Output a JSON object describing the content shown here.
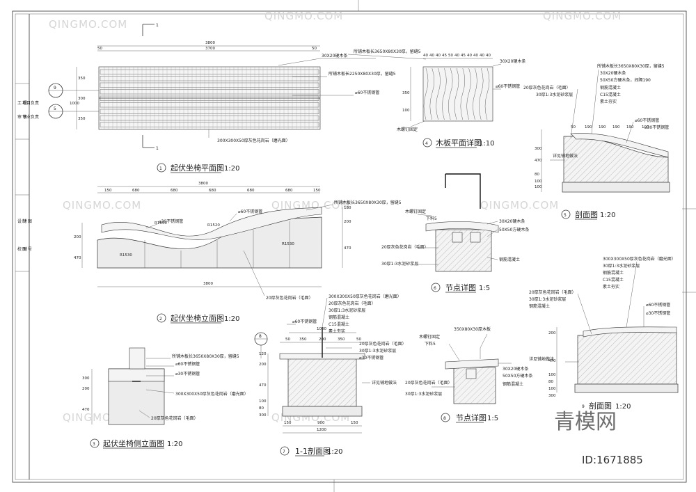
{
  "titleblock": [
    "工 程",
    "项目负责",
    "审 核",
    "专业负责",
    "设 计",
    "制 图",
    "校 对",
    "图 号"
  ],
  "views": [
    {
      "no": "1",
      "title": "起伏坐椅平面图",
      "scale": "1:20"
    },
    {
      "no": "2",
      "title": "起伏坐椅立面图",
      "scale": "1:20"
    },
    {
      "no": "3",
      "title": "起伏坐椅侧立面图",
      "scale": "1:20"
    },
    {
      "no": "4",
      "title": "木板平面详图",
      "scale": "1:10"
    },
    {
      "no": "5",
      "title": "剖面图",
      "scale": "1:20"
    },
    {
      "no": "6",
      "title": "节点详图",
      "scale": "1:5"
    },
    {
      "no": "7",
      "title": "1-1剖面图",
      "scale": "1:20"
    },
    {
      "no": "8",
      "title": "节点详图",
      "scale": "1:5"
    },
    {
      "no": "9",
      "title": "剖面图",
      "scale": "1:20"
    }
  ],
  "section_marks": {
    "one": "1",
    "nine": "9",
    "five": "5",
    "eight": "8"
  },
  "plan": {
    "dims_top": [
      "3800",
      "50",
      "3700",
      "50"
    ],
    "dims_left": [
      "350",
      "300",
      "350",
      "1000"
    ],
    "notes": [
      "30X20硬木条",
      "所铺木板长2250X80X30厚，留缝5",
      "⌀60不锈钢管",
      "300X300X50厚灰色花岗岩（磨光面）"
    ]
  },
  "elevation": {
    "dims_top": [
      "3800",
      "150",
      "680",
      "680",
      "680",
      "680",
      "680",
      "150"
    ],
    "dims_right": [
      "200",
      "470",
      "180"
    ],
    "bottom_dim": "3800",
    "left_dims": [
      "200",
      "470"
    ],
    "arc_dims": [
      "R1650",
      "R1530",
      "R1520",
      "R1530"
    ],
    "notes": [
      "所铺木板长3650X80X30厚，留缝5",
      "⌀60不锈钢管",
      "⌀30不锈钢管",
      "20厚灰色花岗岩（毛面）"
    ]
  },
  "side": {
    "dims": [
      "300",
      "200",
      "470"
    ],
    "notes": [
      "所铺木板长3650X80X30厚，留缝5",
      "⌀60不锈钢管",
      "⌀30不锈钢管",
      "300X300X50厚灰色花岗岩（磨光面）",
      "20厚灰色花岗岩（毛面）"
    ]
  },
  "wood_detail": {
    "dims_top": [
      "40",
      "40",
      "40",
      "45",
      "50",
      "40",
      "45",
      "40",
      "40",
      "40",
      "40"
    ],
    "dims_left": [
      "350",
      "100"
    ],
    "notes": [
      "所铺木板长3650X80X30厚，留缝5",
      "30X20硬木条",
      "⌀60不锈钢管",
      "木螺钉固定"
    ]
  },
  "section5": {
    "notes": [
      "所铺木板长3650X80X30厚，留缝5",
      "30X20硬木条",
      "50X50方硬木条，间隔190",
      "钢筋混凝土",
      "C15混凝土",
      "素土夯实",
      "20厚灰色花岗岩（毛面）",
      "30厚1:3水泥砂浆层",
      "⌀60不锈钢管",
      "⌀30不锈钢管",
      "详见铺地做法"
    ],
    "dims": [
      "50",
      "190",
      "190",
      "190",
      "190",
      "100",
      "470",
      "80",
      "100",
      "100",
      "300"
    ]
  },
  "node6": {
    "notes": [
      "30X20硬木条",
      "木螺钉固定",
      "下料5",
      "50X50方硬木条",
      "钢筋混凝土",
      "20厚灰色花岗岩（毛面）",
      "30厚1:3水泥砂浆层"
    ]
  },
  "sec7": {
    "notes": [
      "300X300X50厚灰色花岗岩（磨光面）",
      "20厚灰色花岗岩（毛面）",
      "30厚1:3水泥砂浆层",
      "钢筋混凝土",
      "C15混凝土",
      "素土夯实",
      "⌀60不锈钢管",
      "⌀30不锈钢管",
      "详见铺地做法"
    ],
    "dims_top": [
      "1000",
      "50",
      "350",
      "200",
      "350",
      "50"
    ],
    "dims_left": [
      "120",
      "200",
      "470",
      "100",
      "80",
      "300"
    ],
    "dims_bottom": [
      "150",
      "900",
      "150",
      "1200"
    ]
  },
  "node8": {
    "notes": [
      "350X80X30厚木板",
      "木螺钉固定",
      "下料5",
      "30X20硬木条",
      "50X50方硬木条",
      "钢筋混凝土",
      "20厚灰色花岗岩（毛面）",
      "30厚1:3水泥砂浆层"
    ]
  },
  "section9": {
    "notes": [
      "300X300X50厚灰色花岗岩（磨光面）",
      "30厚1:3水泥砂浆层",
      "钢筋混凝土",
      "C15混凝土",
      "素土夯实",
      "20厚灰色花岗岩（毛面）",
      "30厚1:3水泥砂浆层",
      "钢筋混凝土",
      "⌀60不锈钢管",
      "⌀30不锈钢管",
      "详见铺地做法"
    ],
    "dims": [
      "200",
      "470",
      "100",
      "80",
      "100",
      "300"
    ]
  },
  "watermark": "QINGMO.COM",
  "logo_text": "青模网",
  "image_id": "ID:1671885",
  "colors": {
    "line": "#333333",
    "paper": "#ffffff",
    "watermark": "#d6d6d6"
  }
}
